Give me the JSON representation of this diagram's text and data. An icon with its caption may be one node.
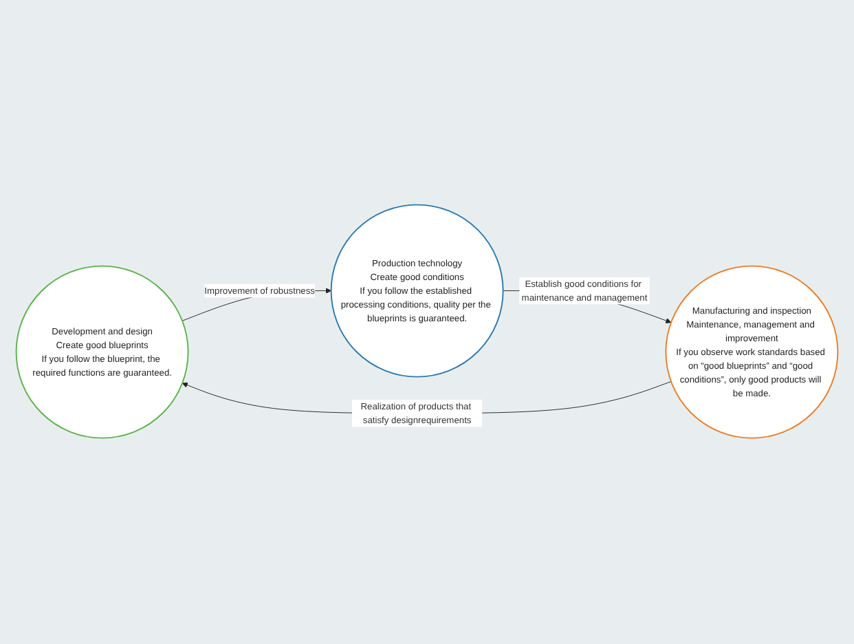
{
  "diagram": {
    "nodes": [
      {
        "text": [
          "Development and design",
          "Create good blueprints",
          "If you follow the blueprint, the required functions are guaranteed."
        ]
      },
      {
        "text": [
          "Production technology",
          "Create good conditions",
          "If you follow the established processing conditions, quality per the blueprints is guaranteed."
        ]
      },
      {
        "text": [
          "Manufacturing and inspection",
          "Maintenance, management and improvement",
          "If you observe work standards based on “good blueprints” and “good conditions”, only good products will be made."
        ]
      }
    ],
    "edges": [
      {
        "from": 0,
        "to": 1,
        "arrow": "to",
        "label": "Improvement of robustness"
      },
      {
        "from": 1,
        "to": 2,
        "arrow": "to",
        "label": "Establish good conditions for maintenance and management"
      },
      {
        "from": 2,
        "to": 0,
        "arrow": "to",
        "label": "Realization of products that satisfy designrequirements"
      }
    ]
  }
}
